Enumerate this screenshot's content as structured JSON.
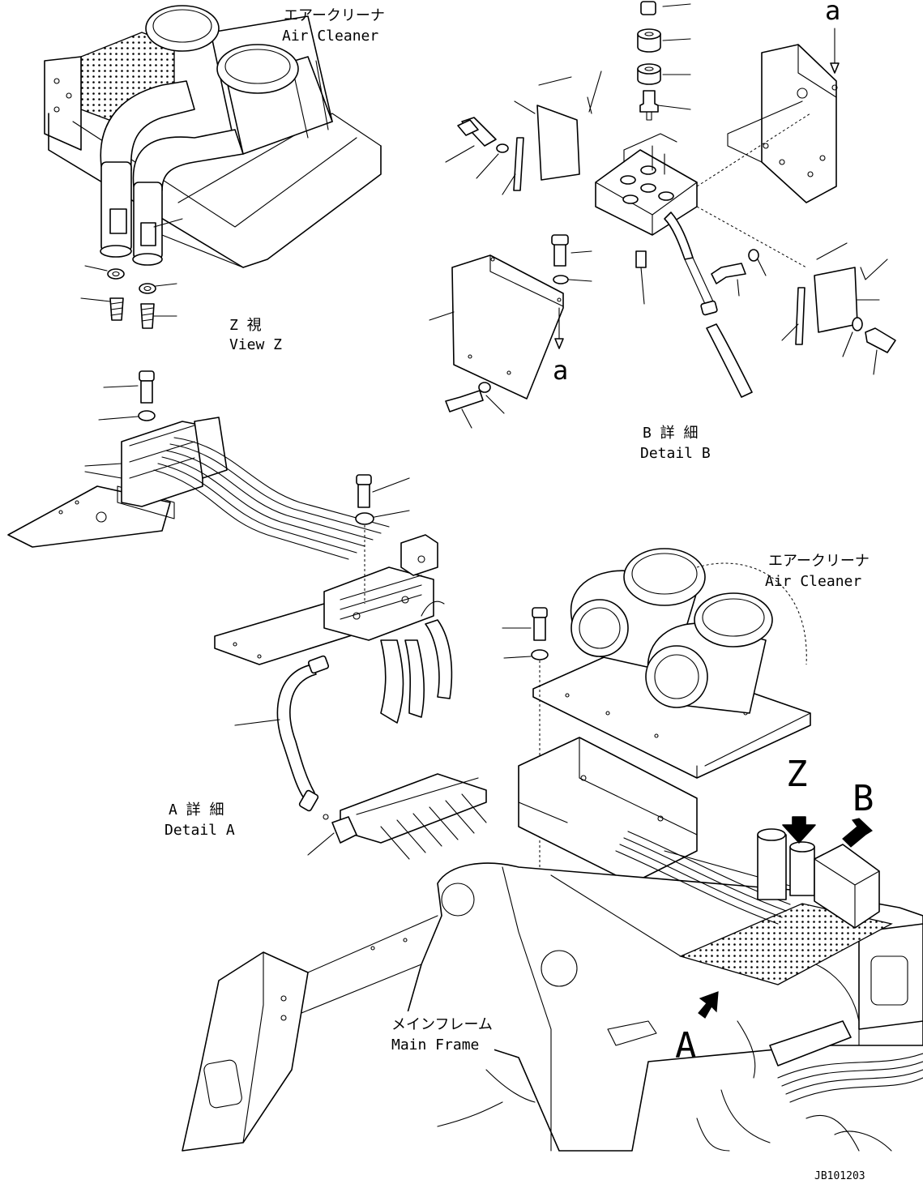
{
  "labels": {
    "air_cleaner_top": {
      "jp": "エアークリーナ",
      "en": "Air Cleaner"
    },
    "view_z": {
      "jp": "Z 視",
      "en": "View Z"
    },
    "detail_b": {
      "jp": "B 詳 細",
      "en": "Detail B"
    },
    "air_cleaner_main": {
      "jp": "エアークリーナ",
      "en": "Air Cleaner"
    },
    "detail_a": {
      "jp": "A 詳 細",
      "en": "Detail A"
    },
    "main_frame": {
      "jp": "メインフレーム",
      "en": "Main Frame"
    }
  },
  "callouts": {
    "ref_a_top": "a",
    "ref_a_cover": "a",
    "view_z_letter": "Z",
    "detail_b_letter": "B",
    "detail_a_letter": "A"
  },
  "drawing_number": "JB101203"
}
